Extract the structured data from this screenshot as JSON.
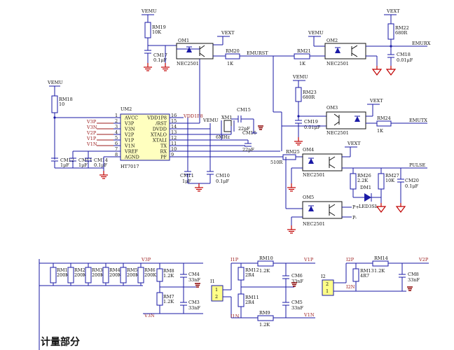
{
  "section_title": "计量部分",
  "ic": {
    "designator": "UM2",
    "part": "HT7017",
    "left_pins": [
      {
        "num": "1",
        "name": "AVCC"
      },
      {
        "num": "2",
        "name": "V3P"
      },
      {
        "num": "3",
        "name": "V3N"
      },
      {
        "num": "4",
        "name": "V2P"
      },
      {
        "num": "5",
        "name": "V1P"
      },
      {
        "num": "6",
        "name": "V1N"
      },
      {
        "num": "7",
        "name": "VREF"
      },
      {
        "num": "8",
        "name": "AGND"
      }
    ],
    "right_pins": [
      {
        "num": "16",
        "name": "VDD1P8"
      },
      {
        "num": "15",
        "name": "/RST"
      },
      {
        "num": "14",
        "name": "DVDD"
      },
      {
        "num": "13",
        "name": "XTALO"
      },
      {
        "num": "12",
        "name": "XTALI"
      },
      {
        "num": "11",
        "name": "TX"
      },
      {
        "num": "10",
        "name": "RX"
      },
      {
        "num": "9",
        "name": "PF"
      }
    ]
  },
  "net_labels": {
    "v3p": "V3P",
    "v3n": "V3N",
    "v2p": "V2P",
    "v1p": "V1P",
    "v1n": "V1N",
    "vdd1p8": "VDD1P8",
    "vemu_a": "VEMU",
    "vemu_b": "VEMU",
    "vemu_c": "VEMU",
    "vemu_d": "VEMU",
    "vemu_e": "VEMU",
    "vext_a": "VEXT",
    "vext_b": "VEXT",
    "vext_c": "VEXT",
    "emurst": "EMURST",
    "emurx": "EMURX",
    "emutx": "EMUTX",
    "pulse": "PULSE",
    "p_plus": "P+",
    "p_minus": "P-",
    "v3p_b": "V3P",
    "v3n_b": "V3N",
    "i1p": "I1P",
    "i1n": "I1N",
    "v1p_b": "V1P",
    "v1n_b": "V1N",
    "i2p": "I2P",
    "i2n": "I2N",
    "v2p_b": "V2P"
  },
  "components": {
    "rm19": {
      "ref": "RM19",
      "val": "10K"
    },
    "rm18": {
      "ref": "RM18",
      "val": "10"
    },
    "rm20": {
      "ref": "RM20",
      "val": "1K"
    },
    "rm21": {
      "ref": "RM21",
      "val": "1K"
    },
    "rm22": {
      "ref": "RM22",
      "val": "680R"
    },
    "rm23": {
      "ref": "RM23",
      "val": "680R"
    },
    "rm24": {
      "ref": "RM24",
      "val": "1K"
    },
    "rm25": {
      "ref": "RM25",
      "val": "510R"
    },
    "rm26": {
      "ref": "RM26",
      "val": "2.2K"
    },
    "rm27": {
      "ref": "RM27",
      "val": "10K"
    },
    "cm17": {
      "ref": "CM17",
      "val": "0.1μF"
    },
    "cm18": {
      "ref": "CM18",
      "val": "0.01μF"
    },
    "cm19": {
      "ref": "CM19",
      "val": "0.01μF"
    },
    "cm20": {
      "ref": "CM20",
      "val": "0.1μF"
    },
    "cm15": {
      "ref": "CM15",
      "val": "22pF"
    },
    "cm16": {
      "ref": "CM16",
      "val": "22pF"
    },
    "cm11": {
      "ref": "CM11",
      "val": "1μF"
    },
    "cm10": {
      "ref": "CM10",
      "val": "0.1μF"
    },
    "cm12": {
      "ref": "CM12",
      "val": "1μF"
    },
    "cm13": {
      "ref": "CM13",
      "val": "0.1μF"
    },
    "cm14": {
      "ref": "CM14",
      "val": "0.1μF"
    },
    "xm1": {
      "ref": "XM1",
      "val": "6MHz"
    },
    "om1": {
      "ref": "OM1",
      "val": "NEC2501"
    },
    "om2": {
      "ref": "OM2",
      "val": "NEC2501"
    },
    "om3": {
      "ref": "OM3",
      "val": "NEC2501"
    },
    "om4": {
      "ref": "OM4",
      "val": "NEC2501"
    },
    "om5": {
      "ref": "OM5",
      "val": "NEC2501"
    },
    "dm1": {
      "ref": "DM1",
      "val": "LED3SL"
    },
    "rm1": {
      "ref": "RM1",
      "val": "200K"
    },
    "rm2": {
      "ref": "RM2",
      "val": "200K"
    },
    "rm3": {
      "ref": "RM3",
      "val": "200K"
    },
    "rm4": {
      "ref": "RM4",
      "val": "200K"
    },
    "rm5": {
      "ref": "RM5",
      "val": "200K"
    },
    "rm6": {
      "ref": "RM6",
      "val": "200K"
    },
    "rm8": {
      "ref": "RM8",
      "val": "1.2K"
    },
    "rm7": {
      "ref": "RM7",
      "val": "1.2K"
    },
    "cm4": {
      "ref": "CM4",
      "val": "33nF"
    },
    "cm3": {
      "ref": "CM3",
      "val": "33nF"
    },
    "rm10": {
      "ref": "RM10",
      "val": "1.2K"
    },
    "rm12": {
      "ref": "RM12",
      "val": "2R4"
    },
    "rm11": {
      "ref": "RM11",
      "val": "2R4"
    },
    "rm9": {
      "ref": "RM9",
      "val": "1.2K"
    },
    "cm6": {
      "ref": "CM6",
      "val": "33nF"
    },
    "cm5": {
      "ref": "CM5",
      "val": "33nF"
    },
    "rm14": {
      "ref": "RM14",
      "val": "1.2K"
    },
    "rm13": {
      "ref": "RM13",
      "val": "4R7"
    },
    "cm8": {
      "ref": "CM8",
      "val": "33nF"
    },
    "i1": {
      "ref": "I1",
      "pin1": "1",
      "pin2": "2"
    },
    "i2": {
      "ref": "I2",
      "pin1": "2",
      "pin2": "1"
    }
  }
}
